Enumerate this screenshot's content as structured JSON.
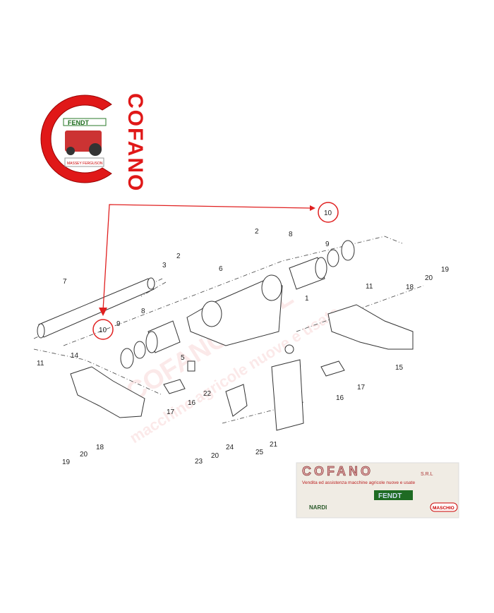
{
  "logo": {
    "brand": "COFANO",
    "badges": [
      "FENDT",
      "MASSEY FERGUSON"
    ]
  },
  "watermark": {
    "text": "COFANO S.R.L",
    "subtext": "macchine agricole nuove e usate"
  },
  "diagram": {
    "callouts": [
      {
        "id": "c10a",
        "label": "10",
        "highlighted": true
      },
      {
        "id": "c2a",
        "label": "2"
      },
      {
        "id": "c8a",
        "label": "8"
      },
      {
        "id": "c9a",
        "label": "9"
      },
      {
        "id": "c2b",
        "label": "2"
      },
      {
        "id": "c3",
        "label": "3"
      },
      {
        "id": "c6",
        "label": "6"
      },
      {
        "id": "c7",
        "label": "7"
      },
      {
        "id": "c11a",
        "label": "11"
      },
      {
        "id": "c1",
        "label": "1"
      },
      {
        "id": "c20a",
        "label": "20"
      },
      {
        "id": "c19a",
        "label": "19"
      },
      {
        "id": "c18a",
        "label": "18"
      },
      {
        "id": "c10b",
        "label": "10",
        "highlighted": true
      },
      {
        "id": "c9b",
        "label": "9"
      },
      {
        "id": "c8b",
        "label": "8"
      },
      {
        "id": "c5",
        "label": "5"
      },
      {
        "id": "c14",
        "label": "14"
      },
      {
        "id": "c11b",
        "label": "11"
      },
      {
        "id": "c15",
        "label": "15"
      },
      {
        "id": "c17a",
        "label": "17"
      },
      {
        "id": "c16a",
        "label": "16"
      },
      {
        "id": "c17b",
        "label": "17"
      },
      {
        "id": "c16b",
        "label": "16"
      },
      {
        "id": "c22",
        "label": "22"
      },
      {
        "id": "c21",
        "label": "21"
      },
      {
        "id": "c25",
        "label": "25"
      },
      {
        "id": "c24",
        "label": "24"
      },
      {
        "id": "c20b",
        "label": "20"
      },
      {
        "id": "c23",
        "label": "23"
      },
      {
        "id": "c19b",
        "label": "19"
      },
      {
        "id": "c20c",
        "label": "20"
      },
      {
        "id": "c18b",
        "label": "18"
      }
    ],
    "highlight_color": "#e02020"
  },
  "banner": {
    "title": "COFANO",
    "suffix": "S.R.L",
    "tagline": "Vendita ed assistenza macchine agricole nuove e usate",
    "brands": [
      "FENDT",
      "NARDI",
      "MASCHIO"
    ]
  }
}
